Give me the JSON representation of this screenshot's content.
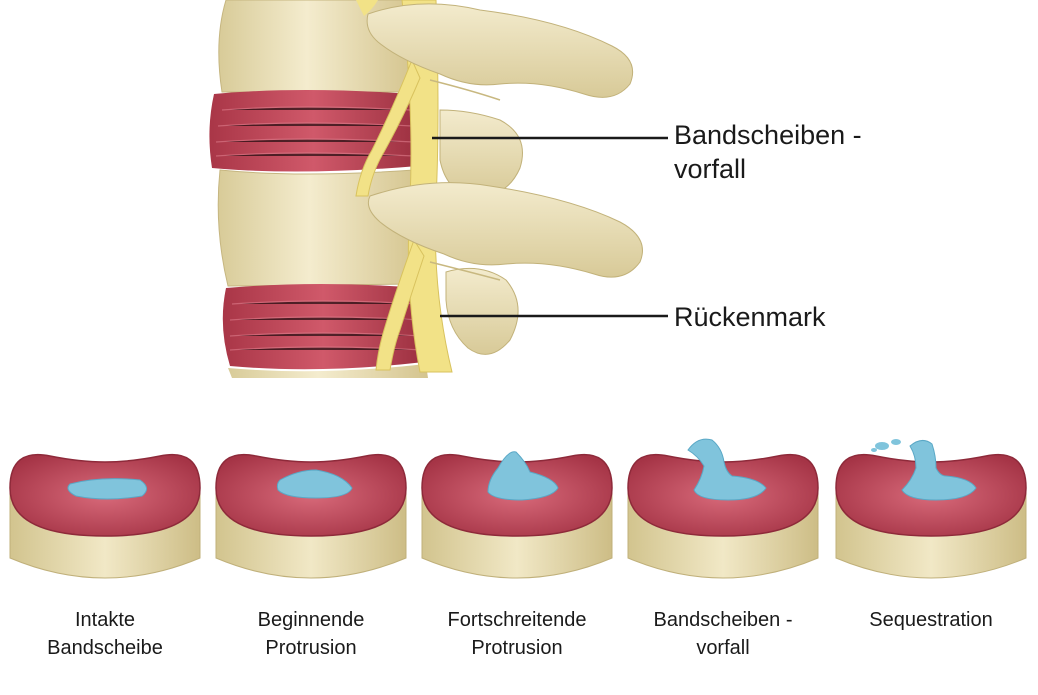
{
  "callouts": {
    "herniation": {
      "line1": "Bandscheiben -",
      "line2": "vorfall"
    },
    "spinal_cord": "Rückenmark"
  },
  "stages": [
    {
      "line1": "Intakte",
      "line2": "Bandscheibe"
    },
    {
      "line1": "Beginnende",
      "line2": "Protrusion"
    },
    {
      "line1": "Fortschreitende",
      "line2": "Protrusion"
    },
    {
      "line1": "Bandscheiben -",
      "line2": "vorfall"
    },
    {
      "line1": "Sequestration",
      "line2": ""
    }
  ],
  "colors": {
    "bone": "#efe6c2",
    "bone_shade": "#d9cc9c",
    "disc_red": "#c0485a",
    "disc_dark": "#8e2a3a",
    "nerve": "#f3e48a",
    "nucleus": "#7fc3dc",
    "line": "#1a1a1a"
  }
}
